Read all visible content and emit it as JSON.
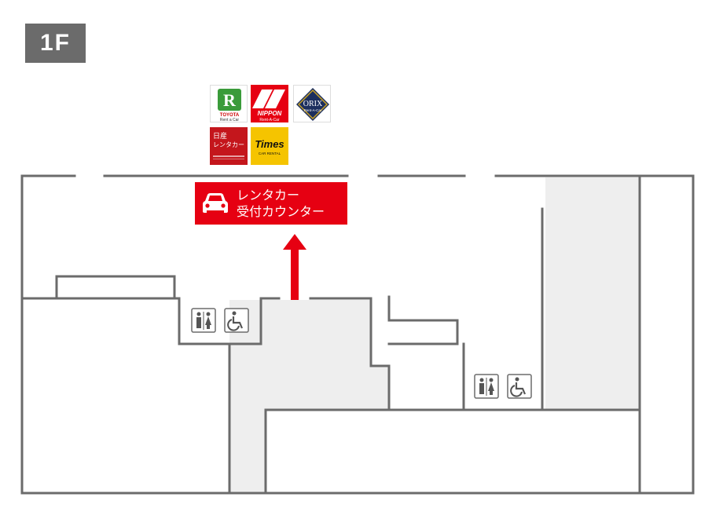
{
  "floor_label": "1F",
  "counter_sign": {
    "line1": "レンタカー",
    "line2": "受付カウンター",
    "icon": "car-icon"
  },
  "logos": {
    "toyota": {
      "line1": "TOYOTA",
      "line2": "Rent a Car",
      "icon": "toyota-rent-a-car-logo"
    },
    "nippon": {
      "line1": "NIPPON",
      "line2": "Rent-A-Car",
      "icon": "nippon-rent-a-car-logo"
    },
    "orix": {
      "line1": "ORIX",
      "line2": "Rent-A-Car",
      "icon": "orix-rent-a-car-logo"
    },
    "nissan": {
      "line1": "日産",
      "line2": "レンタカー",
      "icon": "nissan-rent-a-car-logo"
    },
    "times": {
      "line1": "Times",
      "line2": "CAR RENTAL",
      "icon": "times-car-rental-logo"
    }
  },
  "amenities": [
    {
      "icon": "restroom-icon"
    },
    {
      "icon": "accessible-restroom-icon"
    },
    {
      "icon": "restroom-icon"
    },
    {
      "icon": "accessible-restroom-icon"
    }
  ],
  "colors": {
    "accent_red": "#e60012",
    "wall": "#6b6b6b",
    "shaded_area": "#eeeeee",
    "badge_gray": "#6b6b6b"
  }
}
